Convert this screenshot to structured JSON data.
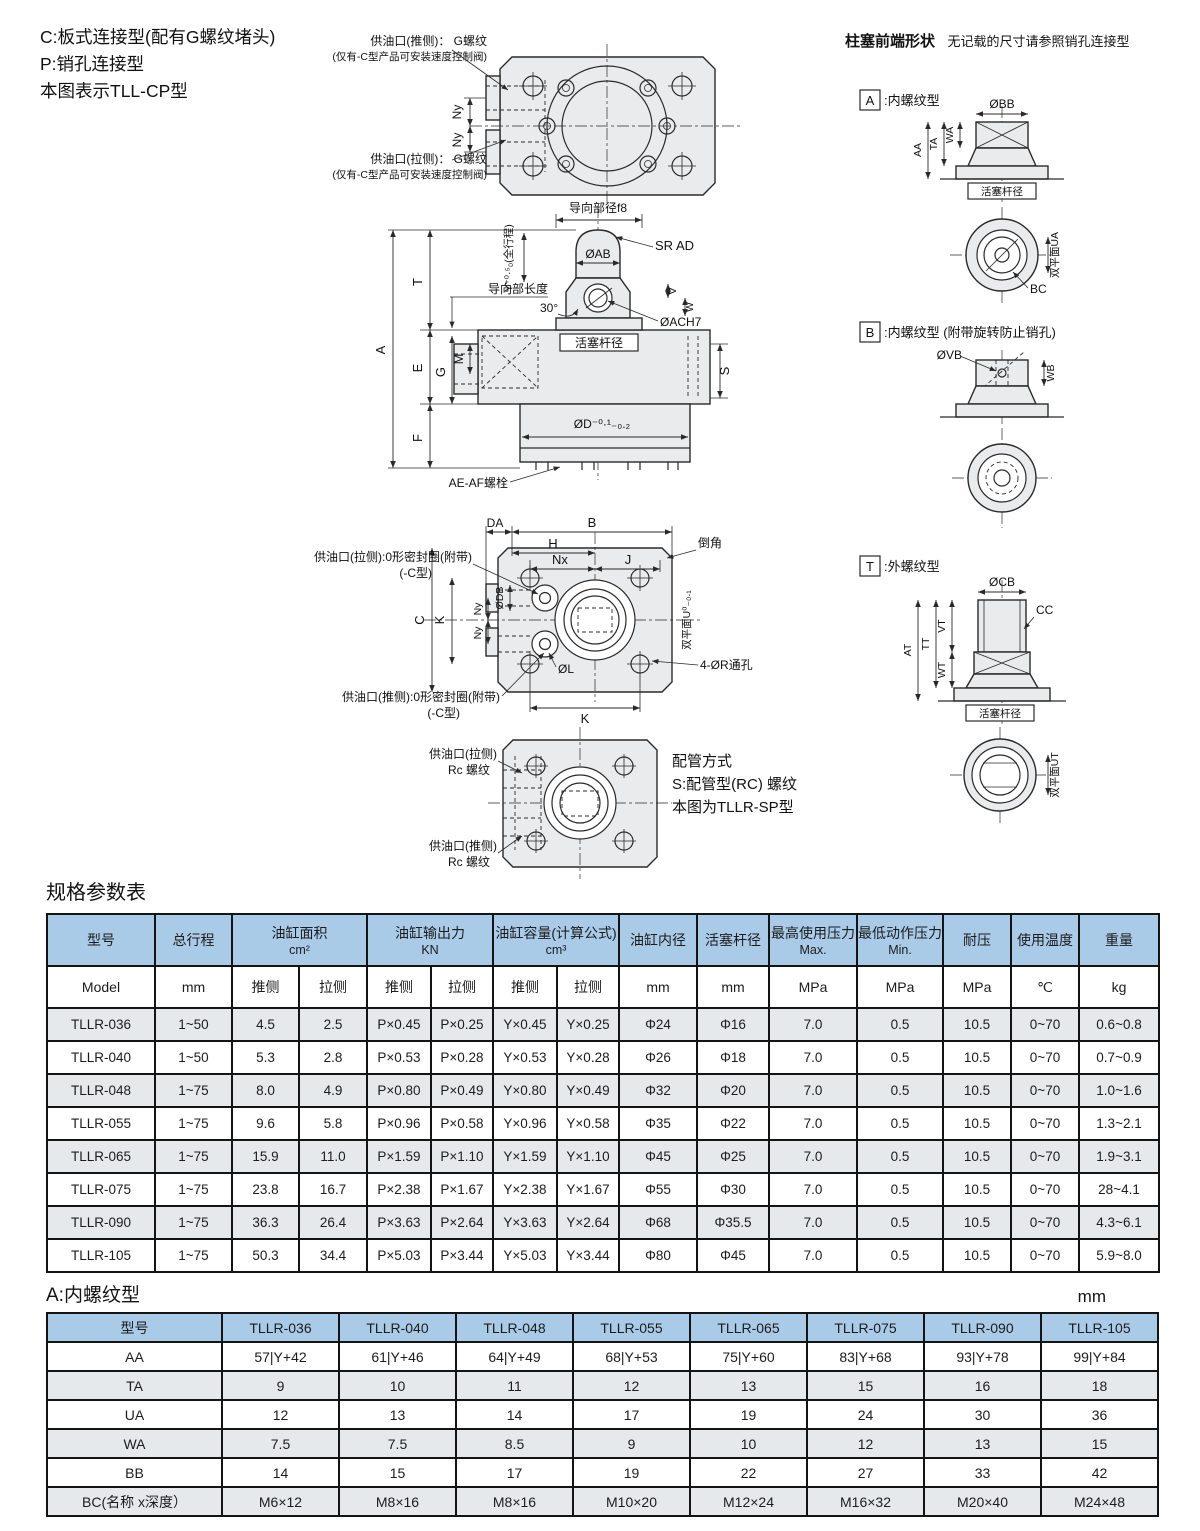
{
  "header": {
    "left_lines": [
      "C:板式连接型(配有G螺纹堵头)",
      "P:销孔连接型",
      "本图表示TLL-CP型"
    ],
    "right_title": "柱塞前端形状",
    "right_note": "无记载的尺寸请参照销孔连接型"
  },
  "d": {
    "top": {
      "pp": "供油口(推侧)： G螺纹",
      "ppn": "(仅有-C型产品可安装速度控制阀)",
      "pl": "供油口(拉侧)： G螺纹",
      "pln": "(仅有-C型产品可安装速度控制阀)",
      "ny": "Ny"
    },
    "side": {
      "f8": "导向部径f8",
      "y": "Y⁺⁰·⁵₀(全行程)",
      "ab": "ØAB",
      "srad": "SR AD",
      "gl": "导向部长度",
      "a30": "30°",
      "v": "V",
      "w": "W",
      "ac": "ØACH7",
      "rod": "活塞杆径",
      "A": "A",
      "T": "T",
      "G": "G",
      "E": "E",
      "F": "F",
      "M": "M",
      "S": "S",
      "d": "ØD⁻⁰·¹₋₀.₂",
      "ae": "AE-AF螺栓"
    },
    "plate": {
      "pl1": "供油口(拉侧):0形密封圈(附带)",
      "pp1": "供油口(推侧):0形密封圈(附带)",
      "c1": "(-C型)",
      "da": "DA",
      "b": "B",
      "h": "H",
      "nx": "Nx",
      "j": "J",
      "cham": "倒角",
      "db": "ØDB",
      "c": "C",
      "k": "K",
      "ny": "Ny",
      "l": "ØL",
      "u": "双平面U⁰₋₀.₁",
      "r4": "4-ØR通孔"
    },
    "pipe": {
      "pl": "供油口(拉侧)",
      "pp": "供油口(推侧)",
      "rc": "Rc 螺纹",
      "n1": "配管方式",
      "n2": "S:配管型(RC) 螺纹",
      "n3": "本图为TLLR-SP型"
    },
    "r": {
      "aB": "A",
      "aL": ":内螺纹型",
      "bB": "B",
      "bL": ":内螺纹型 (附带旋转防止销孔)",
      "tB": "T",
      "tL": ":外螺纹型",
      "bb": "ØBB",
      "aa": "AA",
      "ta": "TA",
      "wa": "WA",
      "rod": "活塞杆径",
      "ua": "双平面UA",
      "bc": "BC",
      "vb": "ØVB",
      "wb": "WB",
      "cb": "ØCB",
      "cc": "CC",
      "at": "AT",
      "tt": "TT",
      "vt": "VT",
      "wt": "WT",
      "ut": "双平面UT"
    }
  },
  "spec": {
    "title": "规格参数表",
    "h": {
      "model": "型号",
      "stroke": "总行程",
      "area": "油缸面积",
      "area_u": "cm²",
      "force": "油缸输出力",
      "force_u": "KN",
      "cap": "油缸容量(计算公式)",
      "cap_u": "cm³",
      "bore": "油缸内径",
      "rod": "活塞杆径",
      "pmax": "最高使用压力",
      "pmax2": "Max.",
      "pmin": "最低动作压力",
      "pmin2": "Min.",
      "proof": "耐压",
      "temp": "使用温度",
      "weight": "重量"
    },
    "sub": [
      "Model",
      "mm",
      "推侧",
      "拉侧",
      "推侧",
      "拉侧",
      "推侧",
      "拉侧",
      "mm",
      "mm",
      "MPa",
      "MPa",
      "MPa",
      "℃",
      "kg"
    ],
    "rows": [
      [
        "TLLR-036",
        "1~50",
        "4.5",
        "2.5",
        "P×0.45",
        "P×0.25",
        "Y×0.45",
        "Y×0.25",
        "Φ24",
        "Φ16",
        "7.0",
        "0.5",
        "10.5",
        "0~70",
        "0.6~0.8"
      ],
      [
        "TLLR-040",
        "1~50",
        "5.3",
        "2.8",
        "P×0.53",
        "P×0.28",
        "Y×0.53",
        "Y×0.28",
        "Φ26",
        "Φ18",
        "7.0",
        "0.5",
        "10.5",
        "0~70",
        "0.7~0.9"
      ],
      [
        "TLLR-048",
        "1~75",
        "8.0",
        "4.9",
        "P×0.80",
        "P×0.49",
        "Y×0.80",
        "Y×0.49",
        "Φ32",
        "Φ20",
        "7.0",
        "0.5",
        "10.5",
        "0~70",
        "1.0~1.6"
      ],
      [
        "TLLR-055",
        "1~75",
        "9.6",
        "5.8",
        "P×0.96",
        "P×0.58",
        "Y×0.96",
        "Y×0.58",
        "Φ35",
        "Φ22",
        "7.0",
        "0.5",
        "10.5",
        "0~70",
        "1.3~2.1"
      ],
      [
        "TLLR-065",
        "1~75",
        "15.9",
        "11.0",
        "P×1.59",
        "P×1.10",
        "Y×1.59",
        "Y×1.10",
        "Φ45",
        "Φ25",
        "7.0",
        "0.5",
        "10.5",
        "0~70",
        "1.9~3.1"
      ],
      [
        "TLLR-075",
        "1~75",
        "23.8",
        "16.7",
        "P×2.38",
        "P×1.67",
        "Y×2.38",
        "Y×1.67",
        "Φ55",
        "Φ30",
        "7.0",
        "0.5",
        "10.5",
        "0~70",
        "28~4.1"
      ],
      [
        "TLLR-090",
        "1~75",
        "36.3",
        "26.4",
        "P×3.63",
        "P×2.64",
        "Y×3.63",
        "Y×2.64",
        "Φ68",
        "Φ35.5",
        "7.0",
        "0.5",
        "10.5",
        "0~70",
        "4.3~6.1"
      ],
      [
        "TLLR-105",
        "1~75",
        "50.3",
        "34.4",
        "P×5.03",
        "P×3.44",
        "Y×5.03",
        "Y×3.44",
        "Φ80",
        "Φ45",
        "7.0",
        "0.5",
        "10.5",
        "0~70",
        "5.9~8.0"
      ]
    ]
  },
  "a_table": {
    "title": "A:内螺纹型",
    "unit": "mm",
    "header": [
      "型号",
      "TLLR-036",
      "TLLR-040",
      "TLLR-048",
      "TLLR-055",
      "TLLR-065",
      "TLLR-075",
      "TLLR-090",
      "TLLR-105"
    ],
    "rows": [
      [
        "AA",
        "57|Y+42",
        "61|Y+46",
        "64|Y+49",
        "68|Y+53",
        "75|Y+60",
        "83|Y+68",
        "93|Y+78",
        "99|Y+84"
      ],
      [
        "TA",
        "9",
        "10",
        "11",
        "12",
        "13",
        "15",
        "16",
        "18"
      ],
      [
        "UA",
        "12",
        "13",
        "14",
        "17",
        "19",
        "24",
        "30",
        "36"
      ],
      [
        "WA",
        "7.5",
        "7.5",
        "8.5",
        "9",
        "10",
        "12",
        "13",
        "15"
      ],
      [
        "BB",
        "14",
        "15",
        "17",
        "19",
        "22",
        "27",
        "33",
        "42"
      ],
      [
        "BC(名称 x深度）",
        "M6×12",
        "M8×16",
        "M8×16",
        "M10×20",
        "M12×24",
        "M16×32",
        "M20×40",
        "M24×48"
      ]
    ]
  },
  "colors": {
    "header_blue": "#a9cbe8",
    "row_gray": "#e5e9ec"
  }
}
